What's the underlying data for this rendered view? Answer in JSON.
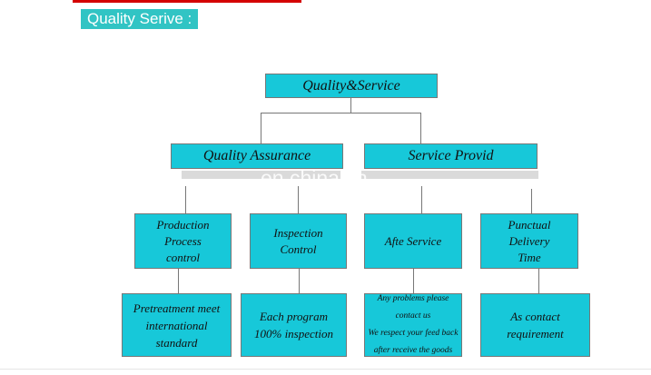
{
  "header": {
    "title": "Quality Serive :"
  },
  "diagram": {
    "root": "Quality&Service",
    "branches": [
      {
        "label": "Quality Assurance",
        "children": [
          {
            "label": [
              "Production",
              "Process",
              "control"
            ],
            "detail": [
              "Pretreatment meet",
              "international",
              "standard"
            ]
          },
          {
            "label": [
              "Inspection",
              "Control"
            ],
            "detail": [
              "Each program",
              "100%  inspection"
            ]
          }
        ]
      },
      {
        "label": "Service Provid",
        "children": [
          {
            "label": [
              "Afte Service"
            ],
            "detail": [
              "Any problems please",
              "contact us",
              "We respect your feed back",
              "after receive the goods"
            ]
          },
          {
            "label": [
              "Punctual",
              "Delivery",
              "Time"
            ],
            "detail": [
              "As contact",
              "requirement"
            ]
          }
        ]
      }
    ]
  },
  "watermark": "en.china.cn",
  "colors": {
    "box": "#17c8d9",
    "heading": "#31c4c4",
    "red_line": "#d40000"
  }
}
